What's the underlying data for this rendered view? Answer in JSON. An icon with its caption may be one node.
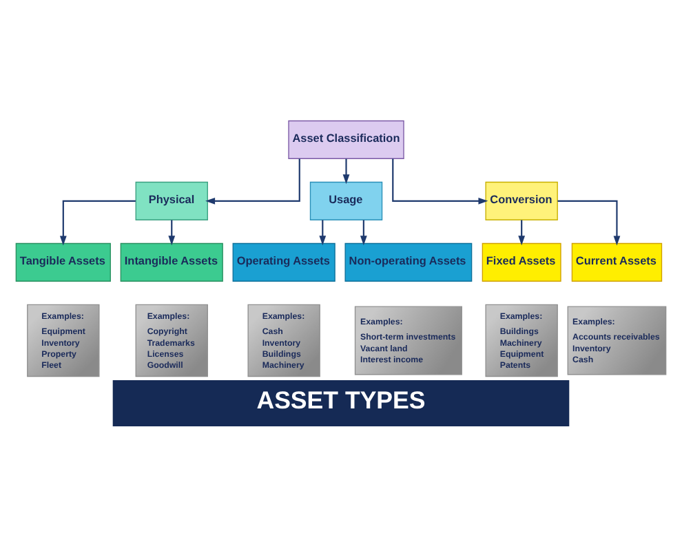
{
  "diagram": {
    "title": "ASSET TYPES",
    "nodes": [
      {
        "text": [
          "Asset Classification"
        ]
      },
      {
        "text": [
          "Physical"
        ]
      },
      {
        "text": [
          "Usage"
        ]
      },
      {
        "text": [
          "Conversion"
        ]
      },
      {
        "text": [
          "Tangible Assets"
        ]
      },
      {
        "text": [
          "Intangible Assets"
        ]
      },
      {
        "text": [
          "Operating Assets"
        ]
      },
      {
        "text": [
          "Non-operating Assets"
        ]
      },
      {
        "text": [
          "Fixed Assets"
        ]
      },
      {
        "text": [
          "Current Assets"
        ]
      },
      {
        "text": [
          "Examples:",
          "Equipment",
          "Inventory",
          "Property",
          "Fleet"
        ]
      },
      {
        "text": [
          "Examples:",
          "Copyright",
          "Trademarks",
          "Licenses",
          "Goodwill"
        ]
      },
      {
        "text": [
          "Examples:",
          "Cash",
          "Inventory",
          "Buildings",
          "Machinery"
        ]
      },
      {
        "text": [
          "Examples:",
          "Short-term investments",
          "Vacant land",
          "Interest income"
        ]
      },
      {
        "text": [
          "Examples:",
          "Buildings",
          "Machinery",
          "Equipment",
          "Patents"
        ]
      },
      {
        "text": [
          "Examples:",
          "Accounts receivables",
          "Inventory",
          "Cash"
        ]
      }
    ],
    "edges": [
      {
        "from": 0,
        "to": 1,
        "arrow": "to"
      },
      {
        "from": 0,
        "to": 2,
        "arrow": "to"
      },
      {
        "from": 0,
        "to": 3,
        "arrow": "to"
      },
      {
        "from": 1,
        "to": 4,
        "arrow": "to"
      },
      {
        "from": 1,
        "to": 5,
        "arrow": "to"
      },
      {
        "from": 2,
        "to": 6,
        "arrow": "to"
      },
      {
        "from": 2,
        "to": 7,
        "arrow": "to"
      },
      {
        "from": 3,
        "to": 8,
        "arrow": "to"
      },
      {
        "from": 3,
        "to": 9,
        "arrow": "to"
      }
    ]
  }
}
